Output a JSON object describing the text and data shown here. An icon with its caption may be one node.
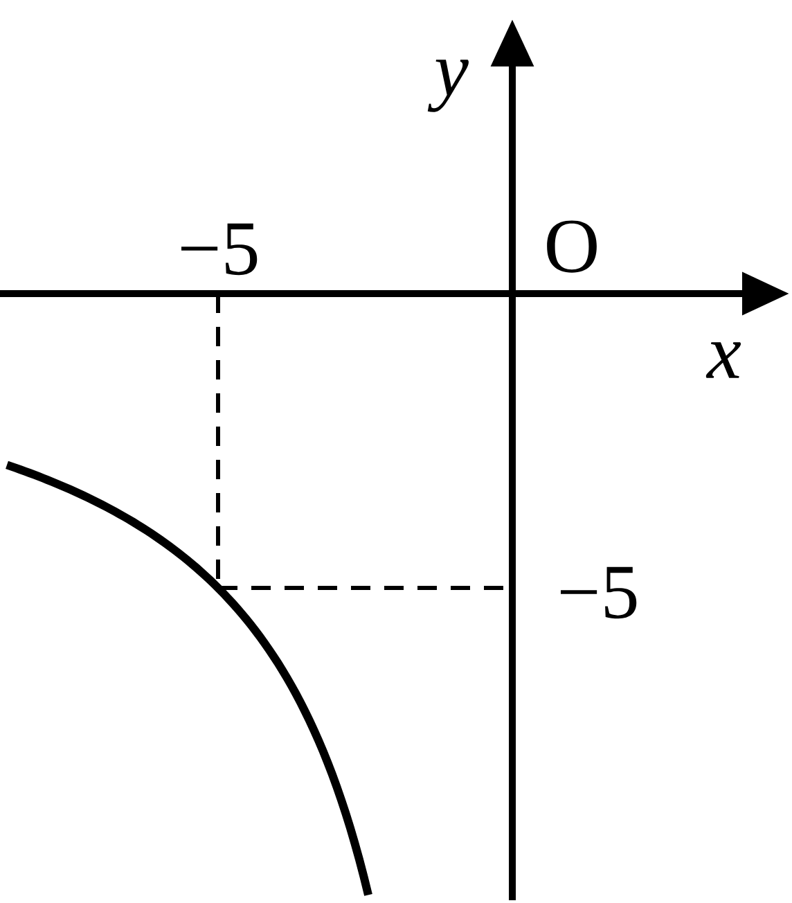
{
  "diagram": {
    "labels": [
      "y",
      "−5",
      "O",
      "x",
      "−5"
    ]
  }
}
